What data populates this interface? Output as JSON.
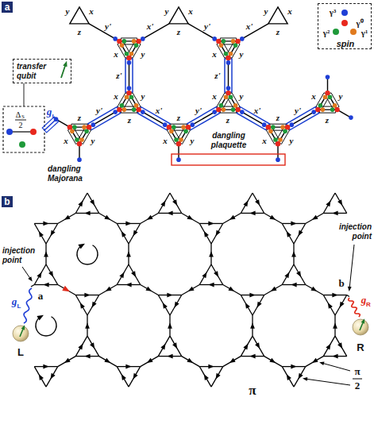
{
  "diagram": {
    "nodes": [
      {
        "text": [
          "transfer qubit"
        ]
      },
      {
        "text": [
          "γ³",
          "γ⁰",
          "γ²",
          "γ¹",
          "spin"
        ]
      }
    ],
    "labels": [
      "a",
      "g",
      "L",
      "Δ",
      "S",
      "2",
      "dangling Majorana",
      "dangling plaquette",
      "y",
      "x",
      "z",
      "y'",
      "y",
      "x",
      "z",
      "x'",
      "y'",
      "y",
      "x",
      "z",
      "x'",
      "x",
      "y",
      "x",
      "y",
      "z'",
      "z'",
      "x",
      "y",
      "z",
      "x",
      "y",
      "z",
      "x",
      "y",
      "z",
      "y'",
      "x'",
      "y'",
      "x'",
      "y'",
      "x",
      "y",
      "z",
      "x",
      "y",
      "z",
      "x",
      "y",
      "z",
      "b",
      "injection point",
      "a",
      "g",
      "L",
      "L",
      "injection point",
      "b",
      "g",
      "R",
      "R",
      "π",
      "π",
      "2"
    ]
  }
}
